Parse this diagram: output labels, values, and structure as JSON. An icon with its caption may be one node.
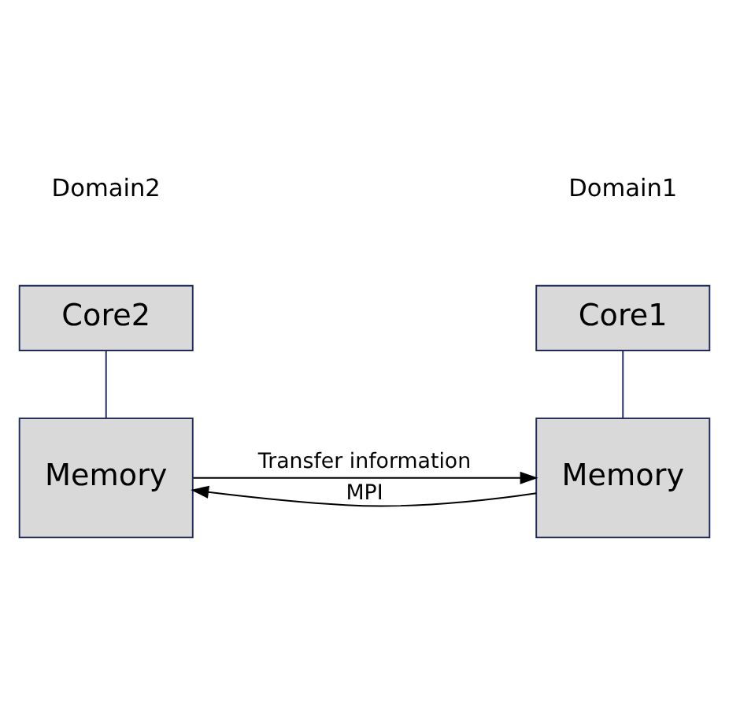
{
  "diagram": {
    "nodes": [
      {
        "text": [
          "Core1"
        ]
      },
      {
        "text": [
          "Memory"
        ]
      },
      {
        "text": [
          "Core2"
        ]
      },
      {
        "text": [
          "Memory"
        ]
      }
    ],
    "edges": [
      {
        "from": 0,
        "to": 1,
        "arrow": "none",
        "color": "#1f2a5a"
      },
      {
        "from": 2,
        "to": 3,
        "arrow": "none",
        "color": "#1f2a5a"
      },
      {
        "from": 3,
        "to": 1,
        "arrow": "to",
        "label": "Transfer information"
      },
      {
        "from": 1,
        "to": 3,
        "arrow": "to",
        "label": "MPI"
      }
    ],
    "labels": [
      "Domain1",
      "Domain2"
    ]
  }
}
